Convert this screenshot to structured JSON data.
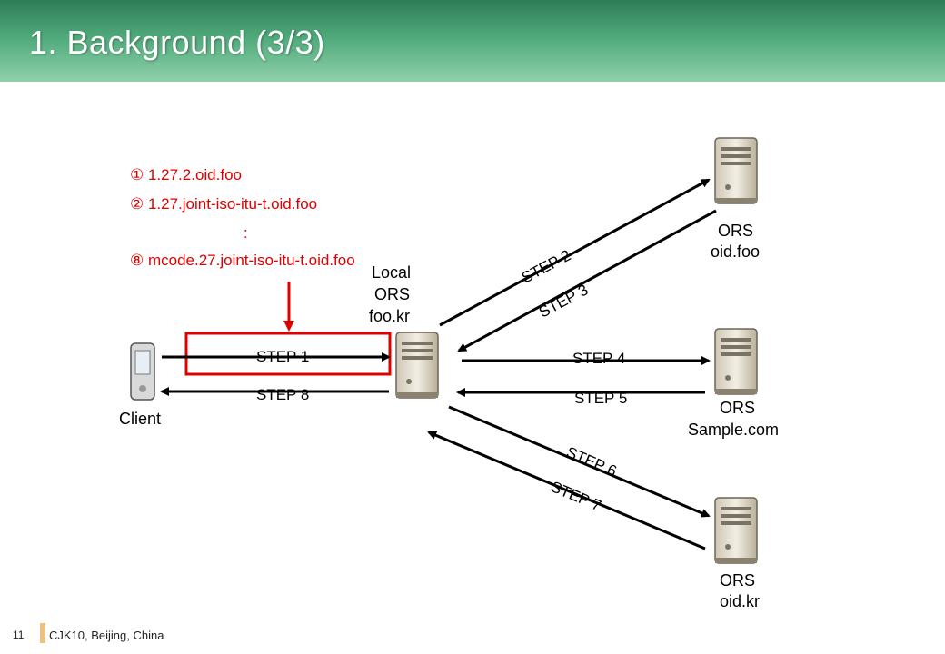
{
  "header": {
    "title": "1. Background (3/3)"
  },
  "oid_list": {
    "item1": "① 1.27.2.oid.foo",
    "item2": "② 1.27.joint-iso-itu-t.oid.foo",
    "ellipsis": ":",
    "item8": "⑧ mcode.27.joint-iso-itu-t.oid.foo"
  },
  "nodes": {
    "client": {
      "label": "Client"
    },
    "local_ors": {
      "line1": "Local",
      "line2": "ORS",
      "line3": "foo.kr"
    },
    "ors_foo": {
      "line1": "ORS",
      "line2": "oid.foo"
    },
    "ors_sample": {
      "line1": "ORS",
      "line2": "Sample.com"
    },
    "ors_kr": {
      "line1": "ORS",
      "line2": "oid.kr"
    }
  },
  "steps": {
    "s1": "STEP 1",
    "s2": "STEP 2",
    "s3": "STEP 3",
    "s4": "STEP 4",
    "s5": "STEP 5",
    "s6": "STEP 6",
    "s7": "STEP 7",
    "s8": "STEP 8"
  },
  "colors": {
    "accent": "#e00000",
    "header_green": "#3f9a6c"
  },
  "footer": {
    "page_number": "11",
    "conference": "CJK10, Beijing, China"
  }
}
